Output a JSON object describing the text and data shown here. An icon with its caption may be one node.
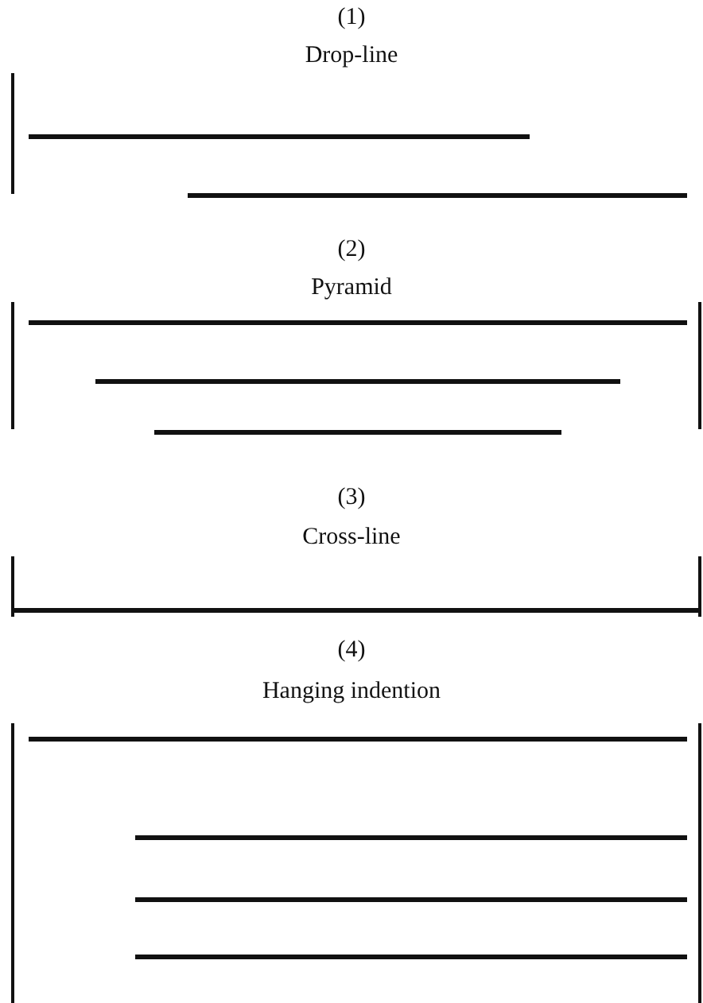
{
  "diagram": {
    "labels": [
      "(1)",
      "Drop-line",
      "(2)",
      "Pyramid",
      "(3)",
      "Cross-line",
      "(4)",
      "Hanging indention"
    ]
  }
}
